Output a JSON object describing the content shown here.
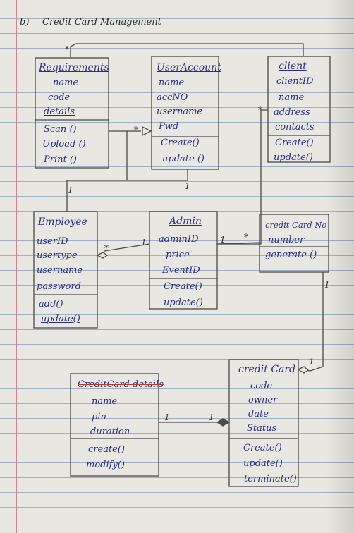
{
  "title": {
    "label": "b)",
    "text": "Credit Card Management"
  },
  "classes": {
    "requirements": {
      "name": "Requirements",
      "attributes": [
        "name",
        "code",
        "details"
      ],
      "methods": [
        "Scan ()",
        "Upload ()",
        "Print ()"
      ]
    },
    "user_account": {
      "name": "UserAccount",
      "attributes": [
        "name",
        "accNO",
        "username",
        "Pwd"
      ],
      "methods": [
        "Create()",
        "update ()"
      ]
    },
    "client": {
      "name": "client",
      "attributes": [
        "clientID",
        "name",
        "address",
        "contacts"
      ],
      "methods": [
        "Create()",
        "update()"
      ]
    },
    "employee": {
      "name": "Employee",
      "attributes": [
        "userID",
        "usertype",
        "username",
        "password"
      ],
      "methods": [
        "add()",
        "update()"
      ]
    },
    "admin": {
      "name": "Admin",
      "attributes": [
        "adminID",
        "price",
        "EventID"
      ],
      "methods": [
        "Create()",
        "update()"
      ]
    },
    "credit_card_no": {
      "name": "credit Card No",
      "attributes": [
        "number"
      ],
      "methods": [
        "generate ()"
      ]
    },
    "credit_card_details": {
      "name": "CreditCard details",
      "attributes": [
        "name",
        "pin",
        "duration"
      ],
      "methods": [
        "create()",
        "modify()"
      ]
    },
    "credit_card": {
      "name": "credit Card",
      "attributes": [
        "code",
        "owner",
        "date",
        "Status"
      ],
      "methods": [
        "Create()",
        "update()",
        "terminate()"
      ]
    }
  },
  "multiplicities": [
    "*",
    "*",
    "*",
    "*",
    "1",
    "1",
    "1",
    "1",
    "*",
    "1",
    "1",
    "1",
    "1"
  ],
  "colors": {
    "ink": "#2a2f86",
    "paper": "#e8e7e2",
    "rule": "#9fb0c7",
    "margin": "#d9848e",
    "pencil": "#4a4a4a"
  }
}
